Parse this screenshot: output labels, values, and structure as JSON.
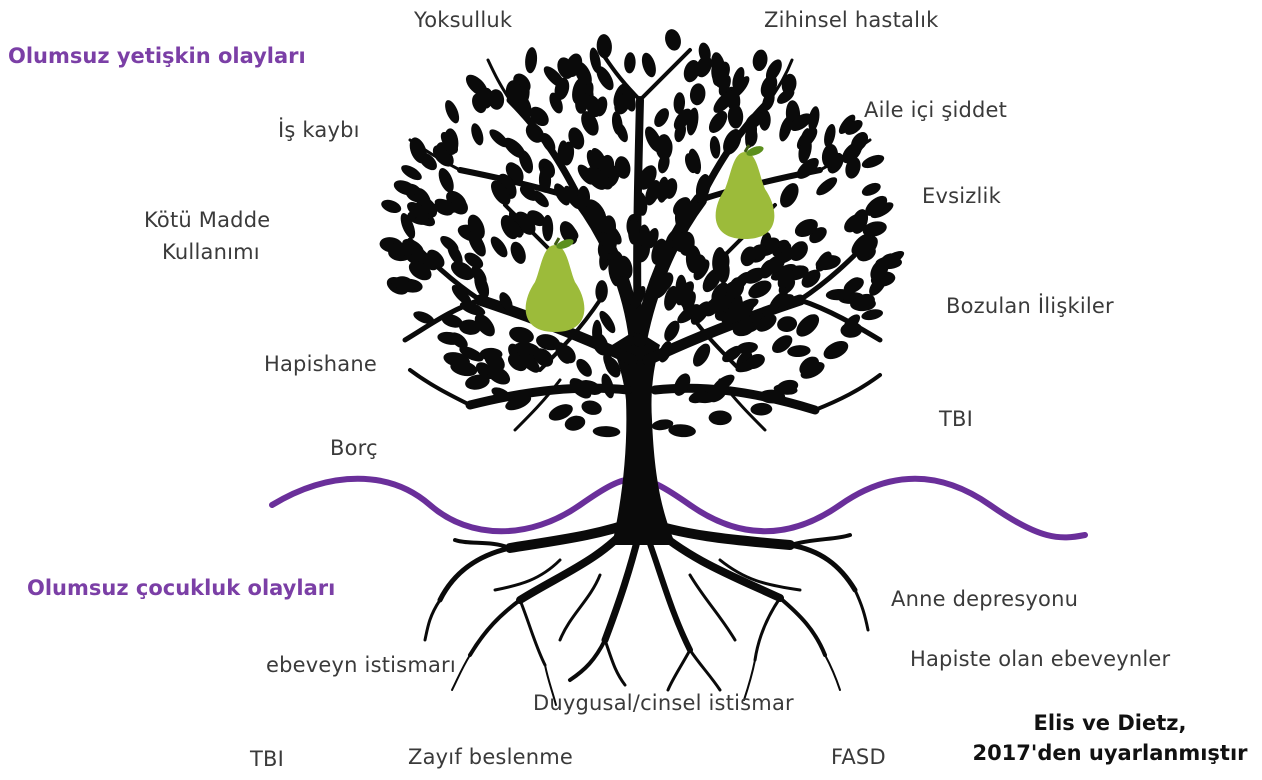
{
  "headings": {
    "adult": "Olumsuz yetişkin olayları",
    "child": "Olumsuz çocukluk olayları"
  },
  "adult_events": {
    "poverty": "Yoksulluk",
    "mental_illness": "Zihinsel hastalık",
    "job_loss": "İş kaybı",
    "domestic_violence": "Aile içi şiddet",
    "substance_line1": "Kötü Madde",
    "substance_line2": "Kullanımı",
    "homelessness": "Evsizlik",
    "broken_relationships": "Bozulan İlişkiler",
    "prison": "Hapishane",
    "tbi": "TBI",
    "debt": "Borç"
  },
  "child_events": {
    "maternal_depression": "Anne depresyonu",
    "parental_abuse": "ebeveyn istismarı",
    "incarcerated_parents": "Hapiste olan ebeveynler",
    "emotional_sexual_abuse": "Duygusal/cinsel istismar",
    "tbi": "TBI",
    "poor_nutrition": "Zayıf beslenme",
    "fasd": "FASD"
  },
  "credit": {
    "line1": "Elis ve Dietz,",
    "line2": "2017'den uyarlanmıştır"
  },
  "colors": {
    "tree": "#0a0a0a",
    "wave": "#6a2f9a",
    "heading": "#7b3fa6",
    "pear": "#9cbb3a",
    "text": "#3a3a3a"
  }
}
